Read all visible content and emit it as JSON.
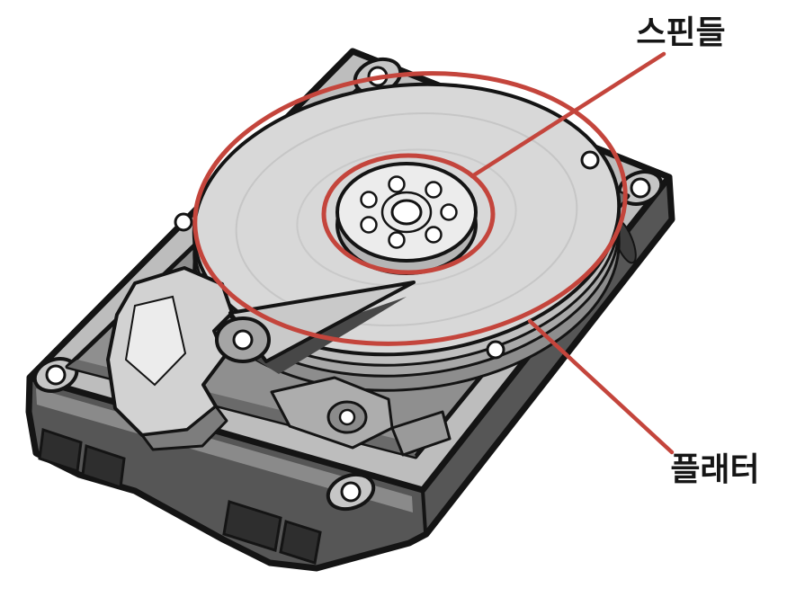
{
  "colors": {
    "annotation": "#c4453c",
    "ink": "#161616",
    "background": "#ffffff"
  },
  "annotations": [
    {
      "id": "spindle",
      "label": "스핀들"
    },
    {
      "id": "platter",
      "label": "플래터"
    }
  ]
}
